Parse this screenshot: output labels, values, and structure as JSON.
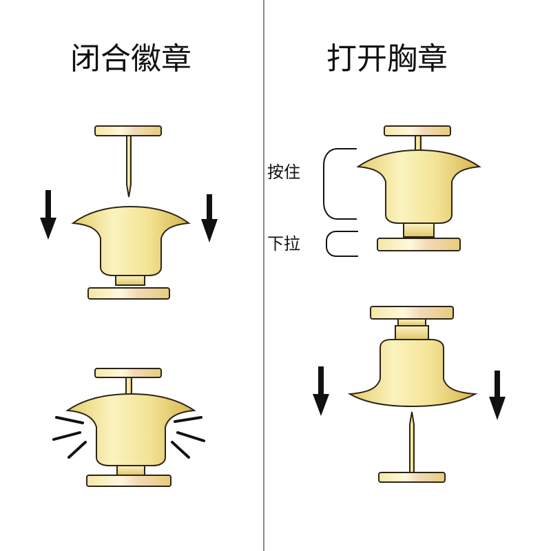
{
  "panels": {
    "left": {
      "title": "闭合徽章"
    },
    "right": {
      "title": "打开胸章"
    }
  },
  "labels": {
    "press": "按住",
    "pull": "下拉"
  },
  "colors": {
    "gold_light": "#fbf6cf",
    "gold_mid": "#f1e08e",
    "gold_dark": "#d9bb55",
    "outline": "#2b2418",
    "arrow": "#111111",
    "divider": "#8a8a8a"
  }
}
